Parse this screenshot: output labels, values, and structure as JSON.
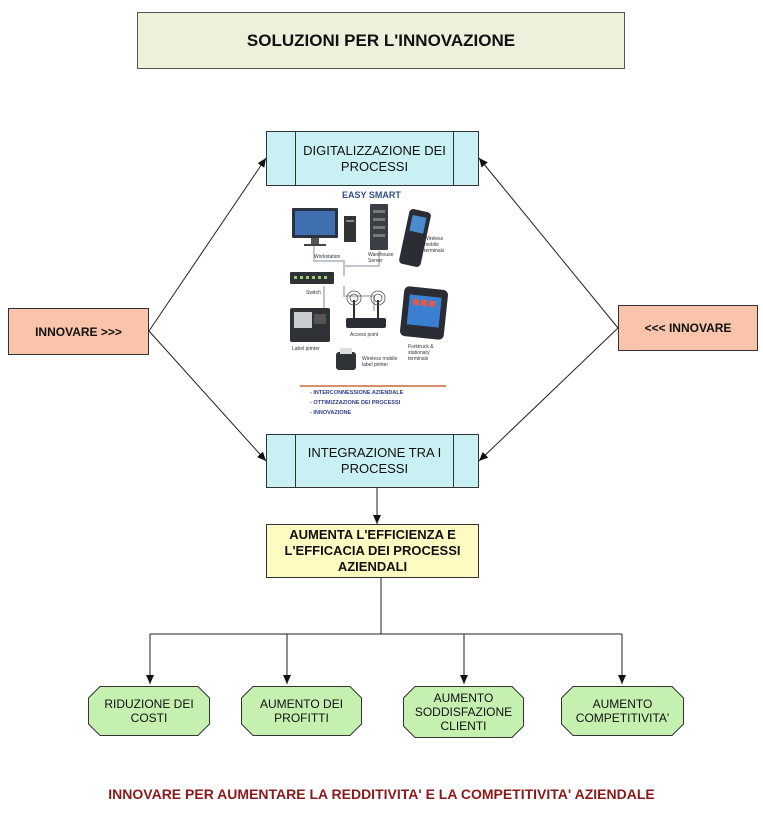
{
  "title": "SOLUZIONI PER L'INNOVAZIONE",
  "nodes": {
    "digital": "DIGITALIZZAZIONE DEI PROCESSI",
    "integration": "INTEGRAZIONE TRA I PROCESSI",
    "innovare_left": "INNOVARE >>>",
    "innovare_right": "<<< INNOVARE",
    "efficiency": "AUMENTA L'EFFICIENZA E L'EFFICACIA DEI PROCESSI AZIENDALI"
  },
  "outcomes": [
    "RIDUZIONE DEI COSTI",
    "AUMENTO DEI PROFITTI",
    "AUMENTO SODDISFAZIONE CLIENTI",
    "AUMENTO COMPETITIVITA'"
  ],
  "infographic": {
    "title": "EASY SMART",
    "labels": {
      "workstation": "Workstation",
      "warehouse_server": "Warehouse Server",
      "wireless_terminals": "Wireless mobile terminals",
      "switch": "Switch",
      "access_point": "Access point",
      "label_printer": "Label printer",
      "forktruck": "Forktruck & stationary terminals",
      "wireless_printer": "Wireless mobile label printer"
    },
    "bullets": [
      "- INTERCONNESSIONE AZIENDALE",
      "- OTTIMIZZAZIONE DEI PROCESSI",
      "- INNOVAZIONE"
    ]
  },
  "footer": "INNOVARE PER AUMENTARE LA REDDITIVITA' E LA COMPETITIVITA' AZIENDALE",
  "colors": {
    "title_bg": "#eef0dc",
    "process_bg": "#c9f0f3",
    "innovare_bg": "#f9c4a9",
    "efficiency_bg": "#fdfac2",
    "outcome_bg": "#c6f0b0",
    "footer_text": "#8a1a1a"
  }
}
